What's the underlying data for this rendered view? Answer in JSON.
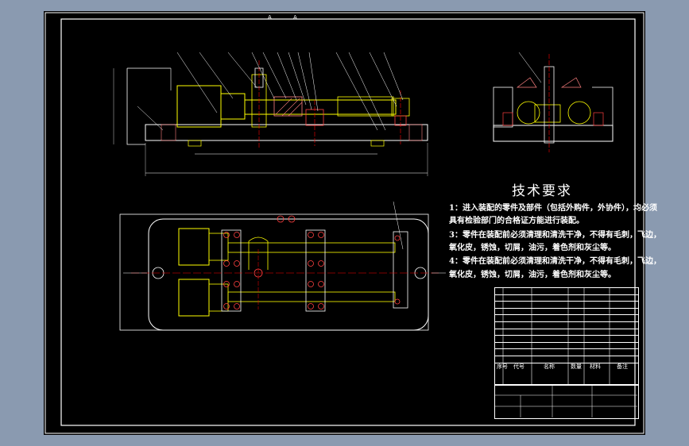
{
  "technical_requirements": {
    "title": "技术要求",
    "lines": [
      "1：进入装配的零件及部件（包括外购件，外协件），均必须",
      "具有检验部门的合格证方能进行装配。",
      "3：零件在装配前必须清理和清洗干净，不得有毛刺，飞边，",
      "氧化皮，锈蚀，切屑，油污，着色剂和灰尘等。",
      "4：零件在装配前必须清理和清洗干净，不得有毛刺，飞边，",
      "氧化皮，锈蚀，切屑，油污，着色剂和灰尘等。"
    ]
  },
  "bom_header": {
    "seq": "序号",
    "code": "代号",
    "name": "名称",
    "qty": "数量",
    "material": "材料",
    "note": "备注"
  },
  "section_labels": [
    "A",
    "A"
  ],
  "colors": {
    "outer_bg": "#8a9ab0",
    "paper": "#000000",
    "frame": "#ffffff",
    "part": "#ffff00",
    "fastener": "#ff4040",
    "center_line": "#ff0000",
    "hatch": "#ff8080"
  }
}
